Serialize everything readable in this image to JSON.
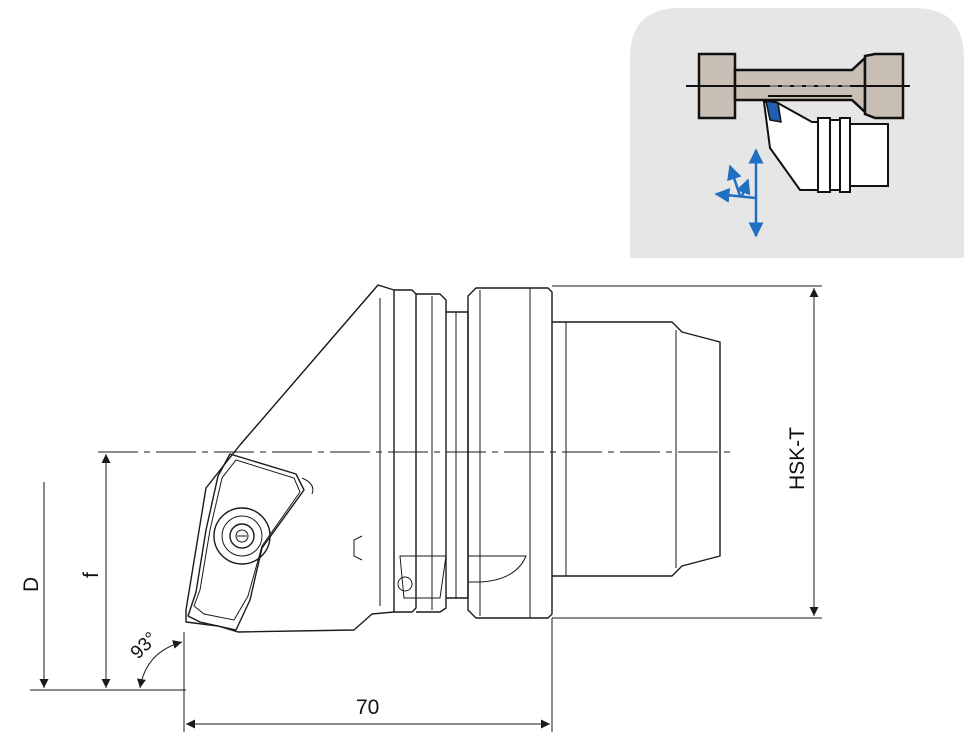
{
  "dimensions": {
    "length": "70",
    "diameter": "D",
    "offset": "f",
    "shank": "HSK-T",
    "angle": "93°"
  },
  "colors": {
    "line": "#1a1a1a",
    "inset_background": "#e6e6e6",
    "inset_part": "#c9bfb5",
    "arrow_blue": "#1f6fc2",
    "insert_blue": "#1f5fb0"
  },
  "inset": {
    "depicts": "boring-operation-schematic",
    "icons": [
      "workpiece-icon",
      "tool-holder-icon",
      "feed-direction-arrows-icon"
    ]
  }
}
